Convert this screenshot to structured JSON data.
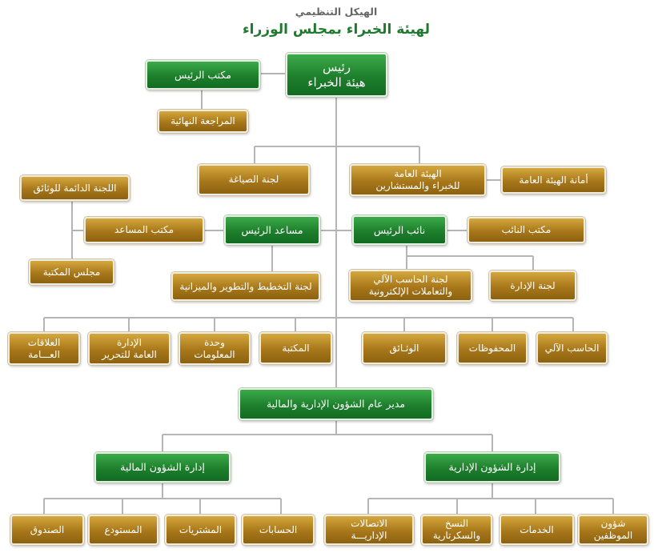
{
  "header": {
    "line1": "الهيكل التنظيمي",
    "line2": "لهيئة الخبراء بمجلس الوزراء"
  },
  "nodes": {
    "president": [
      "رئيس",
      "هيئة الخبراء"
    ],
    "presidents_office": [
      "مكتب الرئيس"
    ],
    "final_review": [
      "المراجعة النهائية"
    ],
    "drafting_committee": [
      "لجنة الصياغة"
    ],
    "general_body": [
      "الهيئة العامة",
      "للخبراء والمستشارين"
    ],
    "general_secretariat": [
      "أمانة الهيئة العامة"
    ],
    "permanent_docs_committee": [
      "اللجنة الدائمة للوثائق"
    ],
    "assistant_office": [
      "مكتب المساعد"
    ],
    "assistant_president": [
      "مساعد الرئيس"
    ],
    "vice_president": [
      "نائب الرئيس"
    ],
    "vice_office": [
      "مكتب النائب"
    ],
    "library_council": [
      "مجلس المكتبة"
    ],
    "planning_committee": [
      "لجنة التخطيط والتطوير والميزانية"
    ],
    "computer_committee": [
      "لجنة الحاسب الآلي",
      "والتعاملات الإلكترونية"
    ],
    "admin_committee": [
      "لجنة الإدارة"
    ],
    "public_relations": [
      "العلاقات",
      "العـــامة"
    ],
    "editing_dept": [
      "الإدارة",
      "العامة للتحرير"
    ],
    "info_unit": [
      "وحدة",
      "المعلومات"
    ],
    "library": [
      "المكتبة"
    ],
    "documents": [
      "الوثـائق"
    ],
    "archives": [
      "المحفوظات"
    ],
    "computer": [
      "الحاسب الآلي"
    ],
    "gm_admin_finance": [
      "مدير عام الشؤون الإدارية والمالية"
    ],
    "finance_dept": [
      "إدارة الشؤون المالية"
    ],
    "admin_dept": [
      "إدارة الشؤون الإدارية"
    ],
    "fund": [
      "الصندوق"
    ],
    "warehouse": [
      "المستودع"
    ],
    "purchases": [
      "المشتريات"
    ],
    "accounts": [
      "الحسابات"
    ],
    "admin_comms": [
      "الاتصالات",
      "الإداريـــة"
    ],
    "copying_secretarial": [
      "النسخ",
      "والسكرتارية"
    ],
    "services": [
      "الخدمات"
    ],
    "staff_affairs": [
      "شؤون",
      "الموظفين"
    ]
  },
  "colors": {
    "green": "#1e7f2c",
    "gold": "#a8771a",
    "connector": "#b5b5b5",
    "header_line1": "#666666",
    "header_line2": "#1f7a2e"
  }
}
